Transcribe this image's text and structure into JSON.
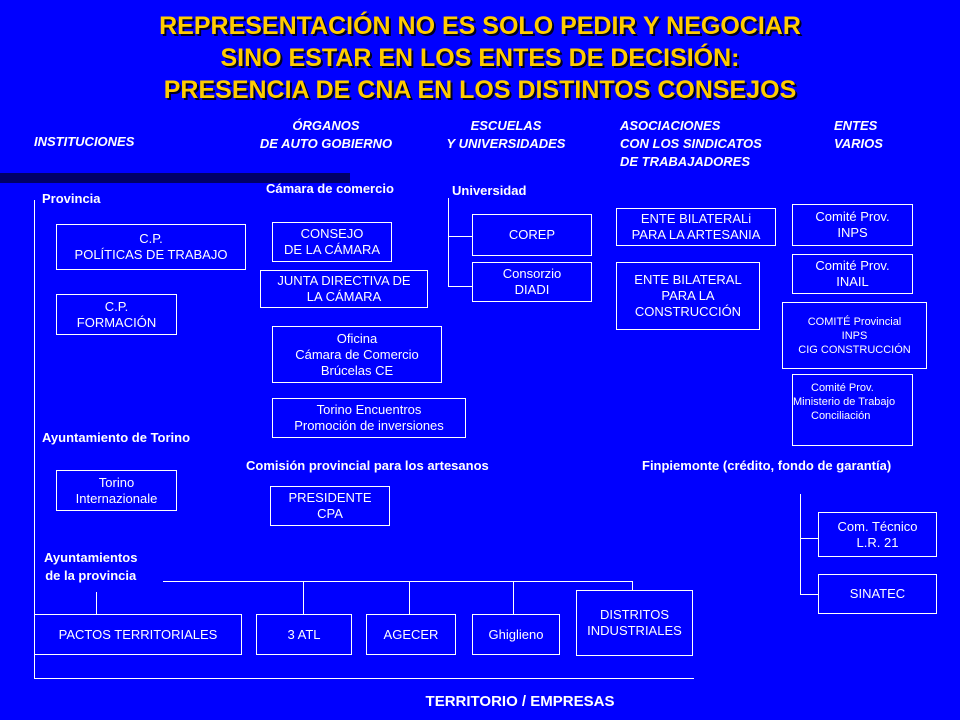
{
  "title": {
    "line1": "REPRESENTACIÓN NO ES SOLO PEDIR Y NEGOCIAR",
    "line2": "SINO ESTAR EN LOS ENTES DE DECISIÓN:",
    "line3": "PRESENCIA DE CNA EN LOS DISTINTOS CONSEJOS"
  },
  "headers": {
    "instituciones": "INSTITUCIONES",
    "organos": [
      "ÓRGANOS",
      "DE AUTO GOBIERNO"
    ],
    "escuelas": [
      "ESCUELAS",
      "Y UNIVERSIDADES"
    ],
    "asociaciones": [
      "ASOCIACIONES",
      "CON LOS SINDICATOS",
      "DE TRABAJADORES"
    ],
    "entes": [
      "ENTES",
      "VARIOS"
    ]
  },
  "labels": {
    "provincia": "Provincia",
    "camara": "Cámara de comercio",
    "universidad": "Universidad",
    "ayuntamiento_torino": "Ayuntamiento de Torino",
    "comision": "Comisión provincial para los artesanos",
    "finpiemonte": "Finpiemonte (crédito, fondo de garantía)",
    "ayuntamientos": [
      "Ayuntamientos",
      "de la provincia"
    ],
    "territorio": "TERRITORIO / EMPRESAS"
  },
  "boxes": {
    "cp_politicas": [
      "C.P.",
      "POLÍTICAS DE TRABAJO"
    ],
    "cp_formacion": [
      "C.P.",
      "FORMACIÓN"
    ],
    "torino_int": [
      "Torino",
      "Internazionale"
    ],
    "consejo_camara": [
      "CONSEJO",
      "DE LA CÁMARA"
    ],
    "junta_camara": [
      "JUNTA DIRECTIVA DE",
      "LA CÁMARA"
    ],
    "oficina": [
      "Oficina",
      "Cámara de Comercio",
      "Brúcelas CE"
    ],
    "torino_encuentros": [
      "Torino Encuentros",
      "Promoción de inversiones"
    ],
    "presidente_cpa": [
      "PRESIDENTE",
      "CPA"
    ],
    "corep": [
      "COREP"
    ],
    "consorzio": [
      "Consorzio",
      "DIADI"
    ],
    "ente_artesania": [
      "ENTE BILATERALi",
      "PARA LA ARTESANIA"
    ],
    "ente_construccion": [
      "ENTE BILATERAL",
      "PARA LA",
      "CONSTRUCCIÓN"
    ],
    "comite_inps": [
      "Comité Prov.",
      "INPS"
    ],
    "comite_inail": [
      "Comité Prov.",
      "INAIL"
    ],
    "comite_cig": [
      "COMITÉ  Provincial",
      "INPS",
      "CIG CONSTRUCCIÓN"
    ],
    "comite_ministerio": [
      "Comité  Prov.",
      "Ministerio de Trabajo",
      "Conciliación"
    ],
    "com_tecnico": [
      "Com. Técnico",
      "L.R. 21"
    ],
    "sinatec": [
      "SINATEC"
    ],
    "pactos": [
      "PACTOS TERRITORIALES"
    ],
    "atl": [
      "3 ATL"
    ],
    "agecer": [
      "AGECER"
    ],
    "ghiglieno": [
      "Ghiglieno"
    ],
    "distritos": [
      "DISTRITOS",
      "INDUSTRIALES"
    ]
  }
}
